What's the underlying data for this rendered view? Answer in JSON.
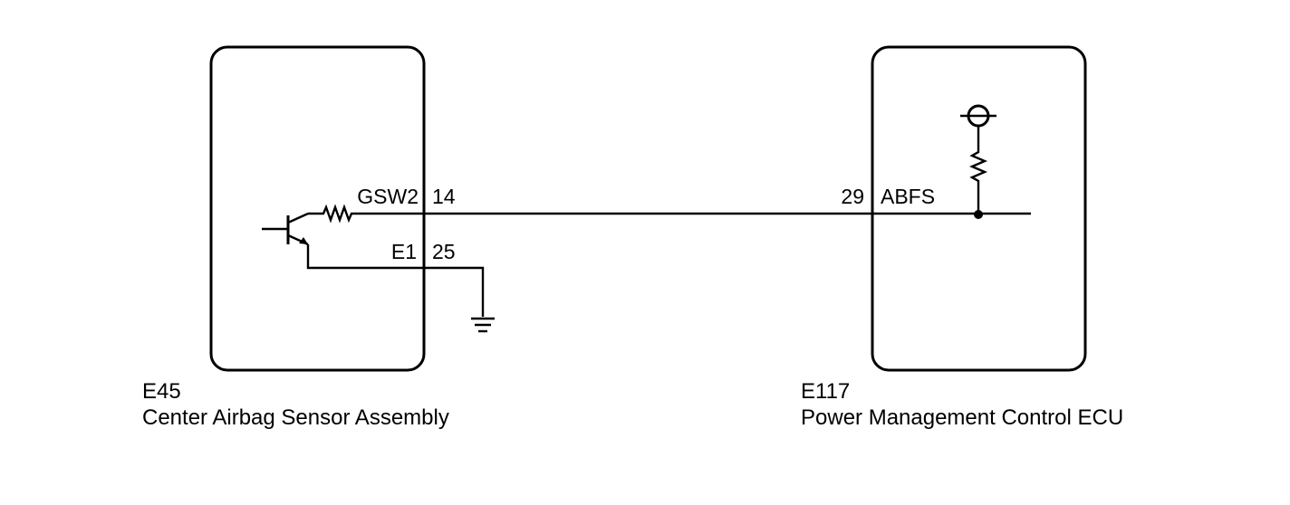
{
  "left_component": {
    "code": "E45",
    "name": "Center Airbag Sensor Assembly",
    "pins": [
      {
        "terminal": "GSW2",
        "number": "14"
      },
      {
        "terminal": "E1",
        "number": "25"
      }
    ]
  },
  "right_component": {
    "code": "E117",
    "name": "Power Management Control ECU",
    "pins": [
      {
        "terminal": "ABFS",
        "number": "29"
      }
    ]
  },
  "colors": {
    "line": "#000000",
    "background": "#ffffff"
  }
}
